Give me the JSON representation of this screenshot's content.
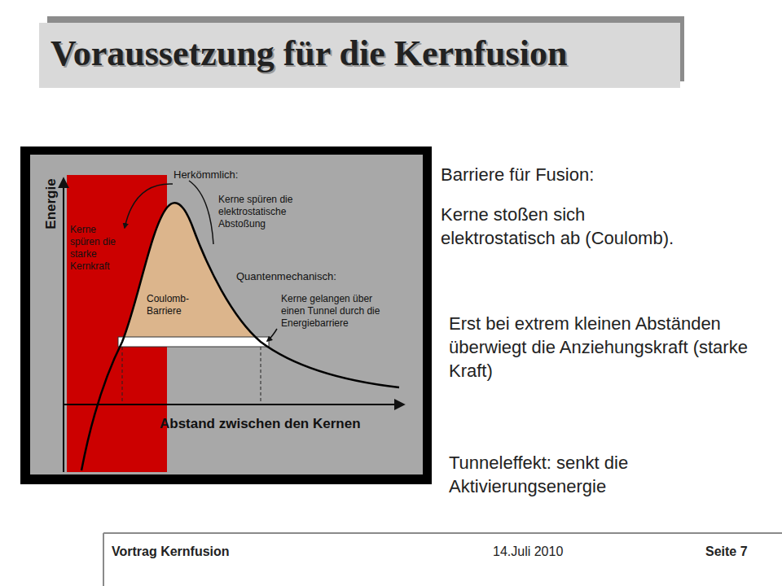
{
  "diagram": {
    "title": "Voraussetzung für die Kernfusion",
    "labels": [
      "Energie",
      "Herkömmlich:",
      "Kerne spüren die elektrostatische Abstoßung",
      "Kerne spüren die starke Kernkraft",
      "Coulomb- Barriere",
      "Quantenmechanisch:",
      "Kerne gelangen über einen Tunnel durch die Energiebarriere",
      "Abstand zwischen den Kernen",
      "Barriere für Fusion:",
      "Kerne stoßen sich elektrostatisch ab (Coulomb).",
      "Erst bei extrem kleinen Abständen überwiegt die Anziehungskraft (starke Kraft)",
      "Tunneleffekt: senkt die Aktivierungsenergie",
      "Vortrag Kernfusion",
      "14.Juli 2010",
      "Seite 7"
    ]
  }
}
